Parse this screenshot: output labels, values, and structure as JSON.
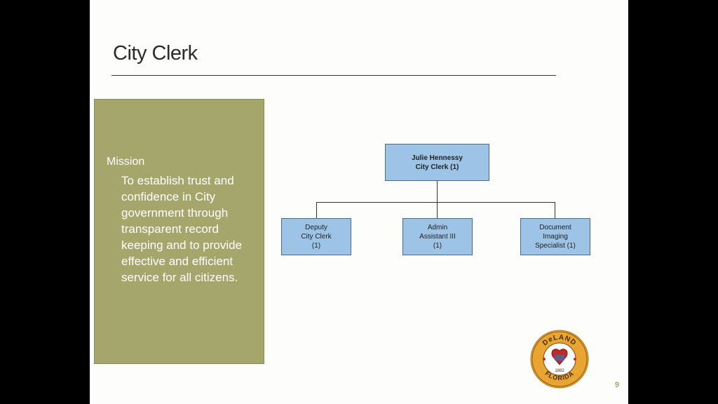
{
  "slide": {
    "title": "City Clerk",
    "page_number": "9"
  },
  "mission": {
    "heading": "Mission",
    "text": "To establish trust and confidence in City government through transparent record keeping and to provide effective and efficient service for all citizens."
  },
  "org_chart": {
    "top": {
      "name": "Julie Hennessy",
      "role": "City Clerk (1)"
    },
    "children": [
      {
        "line1": "Deputy",
        "line2": "City Clerk",
        "line3": "(1)"
      },
      {
        "line1": "Admin",
        "line2": "Assistant III",
        "line3": "(1)"
      },
      {
        "line1": "Document",
        "line2": "Imaging",
        "line3": "Specialist (1)"
      }
    ]
  },
  "seal": {
    "top_text": "DeLAND",
    "bottom_text": "FLORIDA",
    "year": "1882"
  },
  "colors": {
    "mission_box": "#a4a66c",
    "org_box": "#9dc3e6",
    "seal_gold": "#e8a531"
  }
}
